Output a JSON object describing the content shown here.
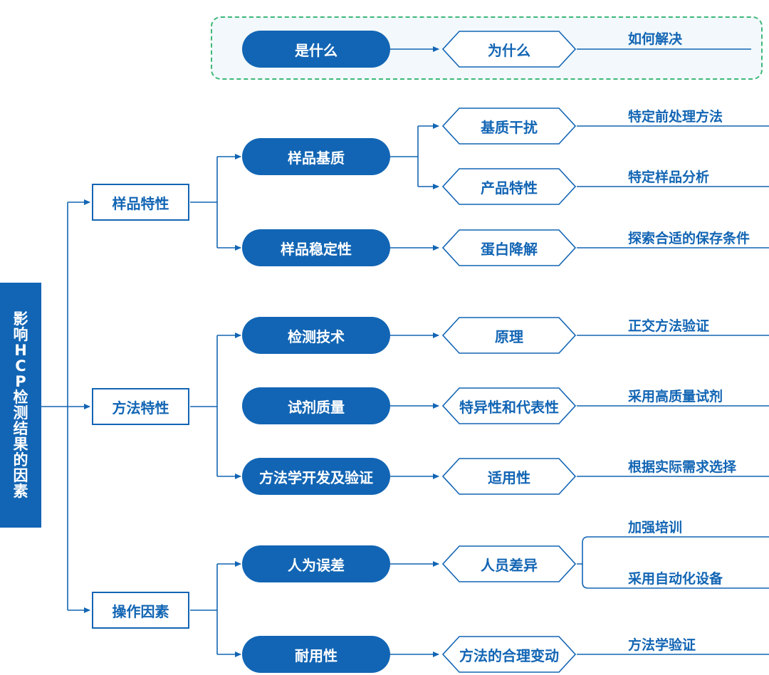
{
  "legend": {
    "what": "是什么",
    "why": "为什么",
    "how": "如何解决"
  },
  "root": {
    "title_chars": [
      "影",
      "响",
      "H",
      "C",
      "P",
      "检",
      "测",
      "结",
      "果",
      "的",
      "因",
      "素"
    ]
  },
  "branches": {
    "sample": {
      "label": "样品特性",
      "matrix": {
        "label": "样品基质",
        "interference": "基质干扰",
        "interference_solution": "特定前处理方法",
        "product": "产品特性",
        "product_solution": "特定样品分析"
      },
      "stability": {
        "label": "样品稳定性",
        "degradation": "蛋白降解",
        "degradation_solution": "探索合适的保存条件"
      }
    },
    "method": {
      "label": "方法特性",
      "technique": {
        "label": "检测技术",
        "principle": "原理",
        "principle_solution": "正交方法验证"
      },
      "reagent": {
        "label": "试剂质量",
        "specificity": "特异性和代表性",
        "specificity_solution": "采用高质量试剂"
      },
      "development": {
        "label": "方法学开发及验证",
        "applicability": "适用性",
        "applicability_solution": "根据实际需求选择"
      }
    },
    "operation": {
      "label": "操作因素",
      "human": {
        "label": "人为误差",
        "personnel": "人员差异",
        "solution_1": "加强培训",
        "solution_2": "采用自动化设备"
      },
      "robustness": {
        "label": "耐用性",
        "variation": "方法的合理变动",
        "variation_solution": "方法学验证"
      }
    }
  },
  "colors": {
    "primary": "#1265b4",
    "legend_border": "#3cb878",
    "legend_fill": "#f2f8fb"
  }
}
